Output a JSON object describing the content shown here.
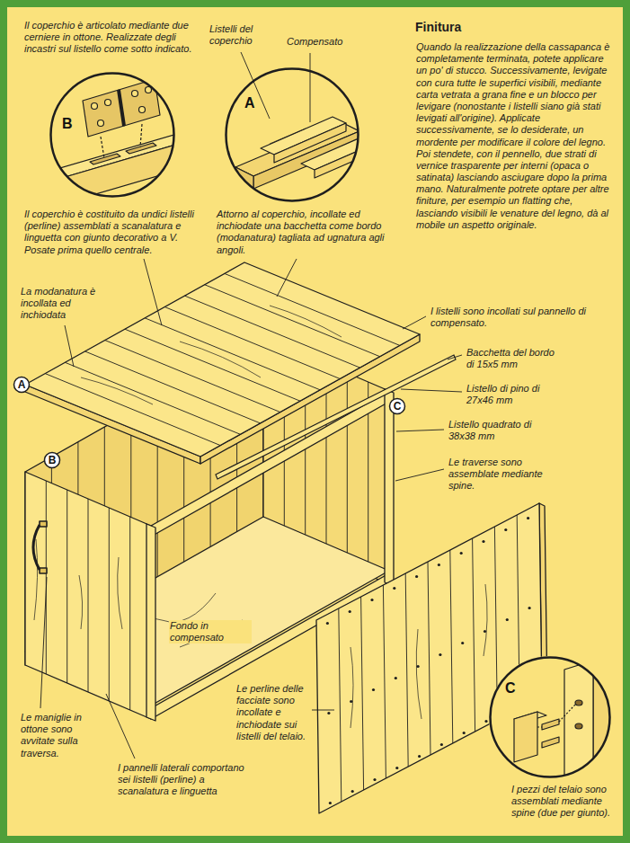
{
  "diagram": {
    "title": "Finitura",
    "nodes": [
      {
        "text": [
          "B"
        ]
      },
      {
        "text": [
          "A"
        ]
      },
      {
        "text": [
          "A"
        ]
      },
      {
        "text": [
          "C"
        ]
      },
      {
        "text": [
          "B"
        ]
      },
      {
        "text": [
          "C"
        ]
      }
    ],
    "labels": [
      "Il coperchio è articolato mediante due cerniere in ottone. Realizzate degli incastri sul listello come sotto indicato.",
      "Listelli del coperchio",
      "Compensato",
      "Il coperchio è costituito da undici listelli (perline) assemblati a scanalatura e linguetta con giunto decorativo a V. Posate prima quello centrale.",
      "Attorno al coperchio, incollate ed inchiodate una bacchetta come bordo (modanatura) tagliata ad ugnatura agli angoli.",
      "Quando la realizzazione della cassapanca è completamente terminata, potete applicare un po' di stucco. Successivamente, levigate con cura tutte le superfici visibili, mediante carta vetrata a grana fine e un blocco per levigare (nonostante i listelli siano già stati levigati all'origine). Applicate successivamente, se lo desiderate, un mordente per modificare il colore del legno. Poi stendete, con il pennello, due strati di vernice trasparente per interni (opaca o satinata) lasciando asciugare dopo la prima mano. Naturalmente potrete optare per altre finiture, per esempio un flatting che, lasciando visibili le venature del legno, dà al mobile un aspetto originale.",
      "La modanatura è incollata ed inchiodata",
      "I listelli sono incollati sul pannello di compensato.",
      "Bacchetta del bordo di 15x5 mm",
      "Listello di pino di 27x46 mm",
      "Listello quadrato di 38x38 mm",
      "Le traverse sono assemblate mediante spine.",
      "Fondo in compensato",
      "Le maniglie in ottone sono avvitate sulla traversa.",
      "Le perline delle facciate sono incollate e inchiodate sui listelli del telaio.",
      "I pannelli laterali comportano sei listelli (perline) a scanalatura e linguetta",
      "I pezzi del telaio sono assemblati mediante spine (due per giunto)."
    ]
  }
}
